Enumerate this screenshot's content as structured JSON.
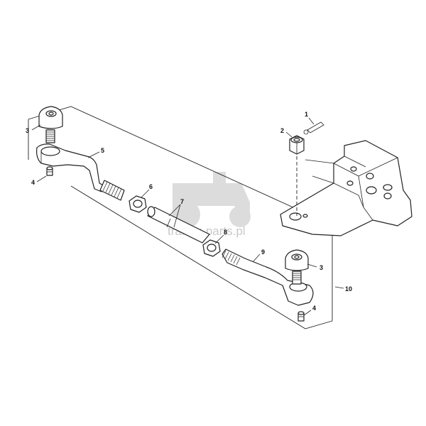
{
  "diagram": {
    "callouts": {
      "c1": "1",
      "c2": "2",
      "c3a": "3",
      "c3b": "3",
      "c4a": "4",
      "c4b": "4",
      "c5": "5",
      "c6": "6",
      "c7": "7",
      "c8": "8",
      "c9": "9",
      "c10": "10"
    },
    "watermark": "traktor-parts.pl"
  }
}
